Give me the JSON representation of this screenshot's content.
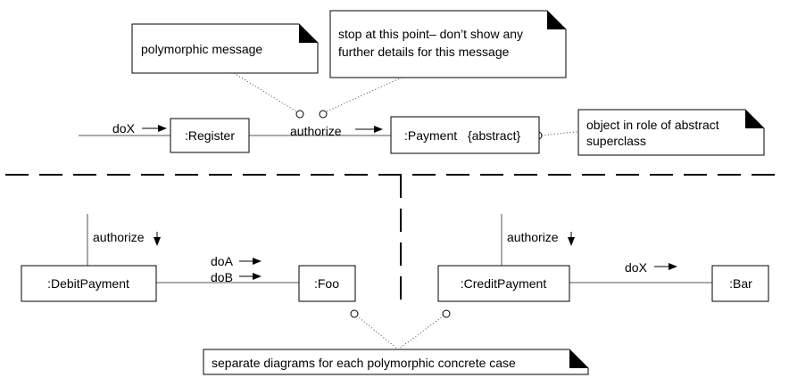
{
  "objects": {
    "register": ":Register",
    "payment": ":Payment",
    "payment_constraint": "{abstract}",
    "debit_payment": ":DebitPayment",
    "foo": ":Foo",
    "credit_payment": ":CreditPayment",
    "bar": ":Bar"
  },
  "messages": {
    "dox_in": "doX",
    "authorize_top": "authorize",
    "authorize_debit": "authorize",
    "doa": "doA",
    "dob": "doB",
    "authorize_credit": "authorize",
    "dox_bar": "doX"
  },
  "notes": {
    "polymorphic": "polymorphic message",
    "stop_line1": "stop at this point– don’t show any",
    "stop_line2": "further details for this message",
    "abstract_line1": "object in role of abstract",
    "abstract_line2": "superclass",
    "separate": "separate diagrams for each polymorphic concrete case"
  }
}
